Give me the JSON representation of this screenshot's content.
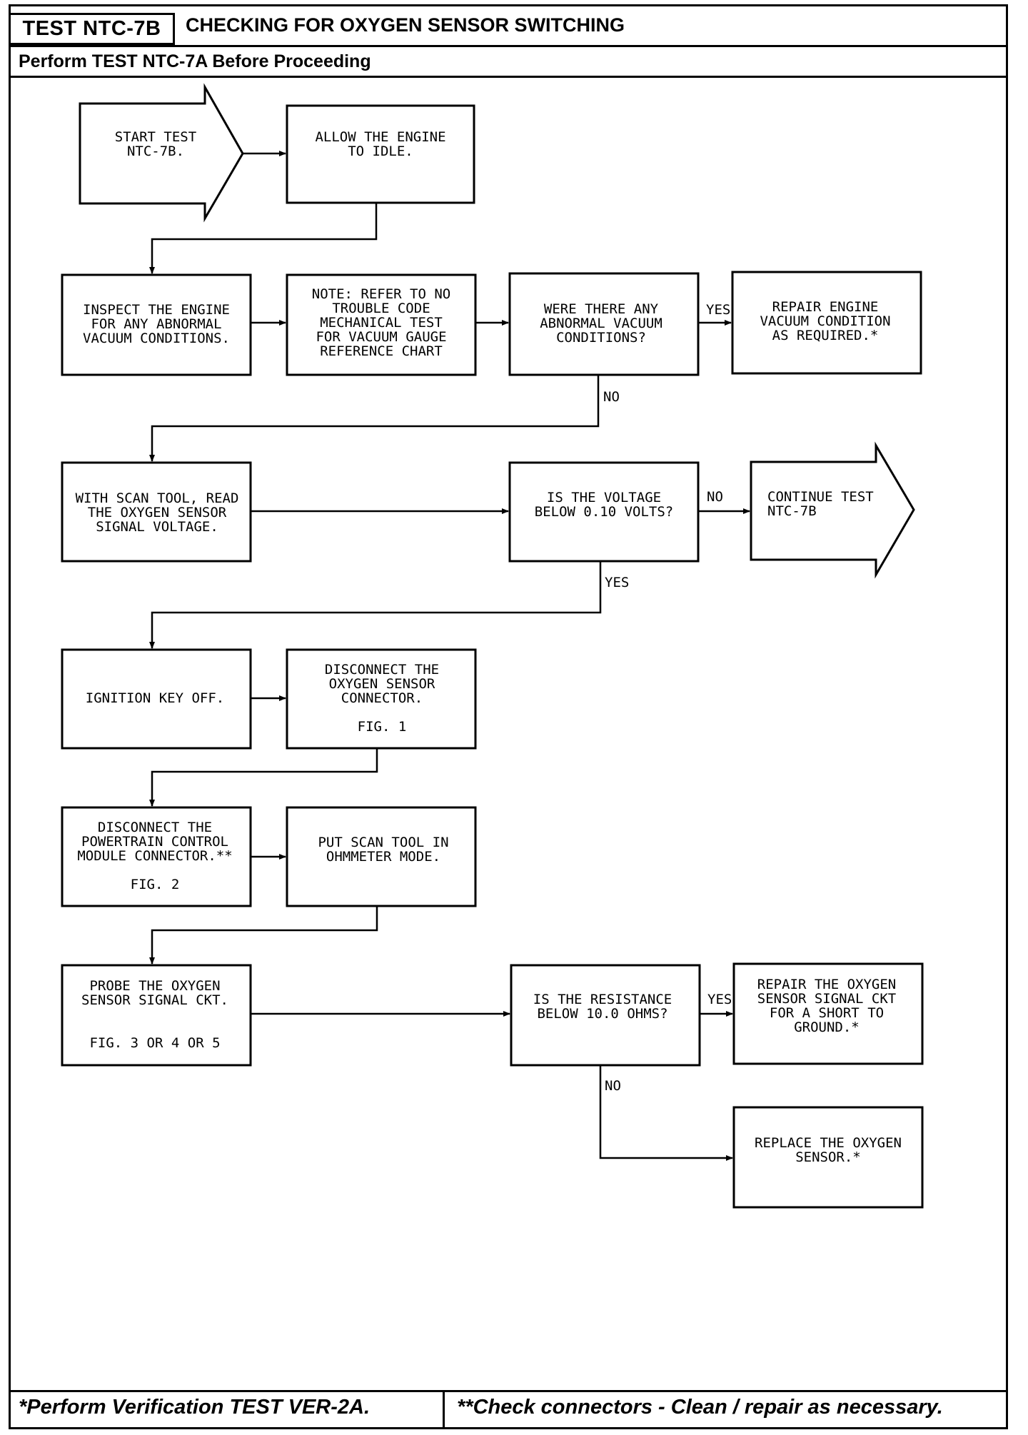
{
  "header": {
    "test_id": "TEST NTC-7B",
    "title": "CHECKING FOR OXYGEN SENSOR SWITCHING",
    "subtitle": "Perform TEST NTC-7A Before Proceeding"
  },
  "footer": {
    "left": "*Perform Verification TEST VER-2A.",
    "right": "**Check connectors - Clean / repair as necessary."
  },
  "nodes": {
    "start": [
      "START TEST",
      "NTC-7B."
    ],
    "idle": [
      "ALLOW THE ENGINE",
      "TO IDLE."
    ],
    "inspect": [
      "INSPECT THE ENGINE",
      "FOR ANY ABNORMAL",
      "VACUUM CONDITIONS."
    ],
    "note": [
      "NOTE: REFER TO NO",
      "TROUBLE CODE",
      "MECHANICAL TEST",
      "FOR VACUUM GAUGE",
      "REFERENCE CHART"
    ],
    "q_vacuum": [
      "WERE THERE ANY",
      "ABNORMAL VACUUM",
      "CONDITIONS?"
    ],
    "repair_vacuum": [
      "REPAIR ENGINE",
      "VACUUM CONDITION",
      "AS REQUIRED.*"
    ],
    "scan_read": [
      "WITH SCAN TOOL, READ",
      "THE OXYGEN SENSOR",
      "SIGNAL VOLTAGE."
    ],
    "q_voltage": [
      "IS THE VOLTAGE",
      "BELOW 0.10 VOLTS?"
    ],
    "continue": [
      "CONTINUE TEST",
      "NTC-7B"
    ],
    "key_off": [
      "IGNITION KEY OFF."
    ],
    "disc_o2": [
      "DISCONNECT THE",
      "OXYGEN SENSOR",
      "CONNECTOR.",
      "",
      "FIG. 1"
    ],
    "disc_pcm": [
      "DISCONNECT THE",
      "POWERTRAIN CONTROL",
      "MODULE CONNECTOR.**",
      "",
      "FIG. 2"
    ],
    "ohmmeter": [
      "PUT SCAN TOOL IN",
      "OHMMETER MODE."
    ],
    "probe": [
      "PROBE THE OXYGEN",
      "SENSOR SIGNAL CKT.",
      "",
      "",
      "FIG. 3 OR 4 OR 5"
    ],
    "q_resist": [
      "IS THE RESISTANCE",
      "BELOW 10.0 OHMS?"
    ],
    "repair_signal": [
      "REPAIR THE OXYGEN",
      "SENSOR SIGNAL CKT",
      "FOR A SHORT TO",
      "GROUND.*"
    ],
    "replace": [
      "REPLACE THE OXYGEN",
      "SENSOR.*"
    ]
  },
  "branch_labels": {
    "vacuum_yes": "YES",
    "vacuum_no": "NO",
    "voltage_no": "NO",
    "voltage_yes": "YES",
    "resist_yes": "YES",
    "resist_no": "NO"
  }
}
